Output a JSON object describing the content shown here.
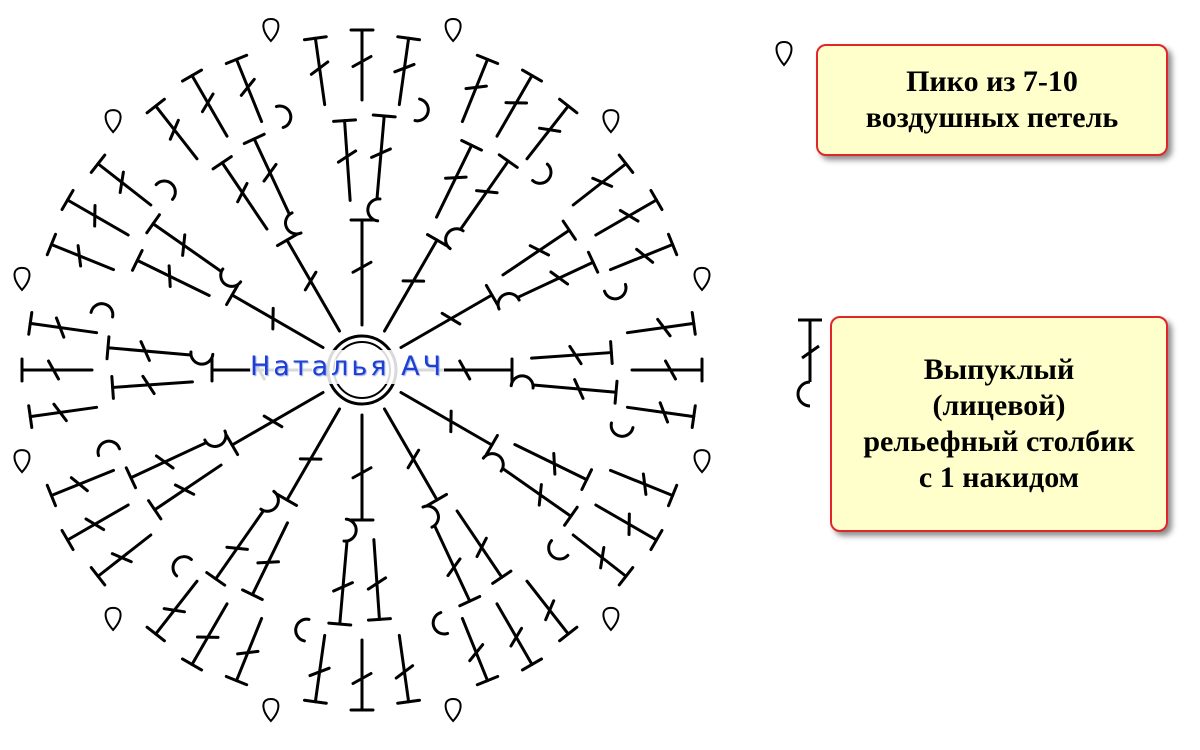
{
  "legend": {
    "picot": {
      "icon": "picot-symbol-icon",
      "lines": [
        "Пико из 7-10",
        "воздушных петель"
      ]
    },
    "front_post": {
      "icon": "front-post-double-crochet-icon",
      "lines": [
        "Выпуклый",
        "(лицевой)",
        "рельефный столбик",
        "с 1 накидом"
      ]
    }
  },
  "watermark": "Наталья АЧ",
  "colors": {
    "box_fill": "#ffffcc",
    "box_border": "#e0262a",
    "watermark": "#1d3fd6",
    "stroke": "#000000"
  }
}
